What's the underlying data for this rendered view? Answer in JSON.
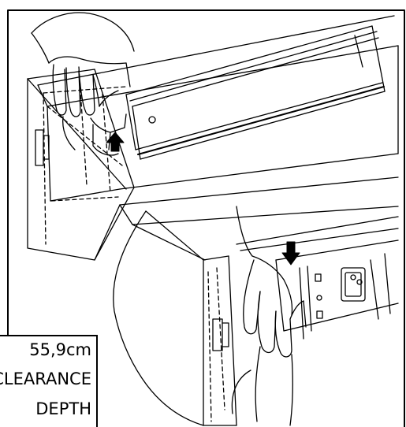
{
  "illustration": {
    "subject": "drawer-slide-installation",
    "icons": [
      "arrow-up-icon",
      "arrow-down-icon"
    ],
    "colors": {
      "line": "#000000",
      "background": "#ffffff"
    }
  },
  "label": {
    "line1": "55,9cm",
    "line2": "CLEARANCE",
    "line3": "DEPTH"
  }
}
